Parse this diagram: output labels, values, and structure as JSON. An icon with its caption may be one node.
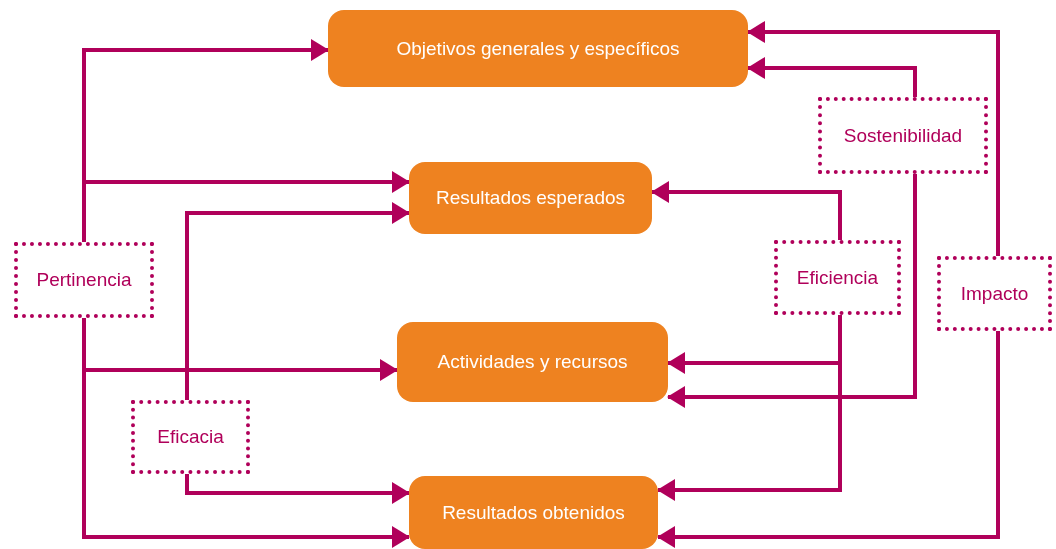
{
  "diagram": {
    "nodes": [
      {
        "text": [
          "Objetivos generales y específicos"
        ]
      },
      {
        "text": [
          "Resultados esperados"
        ]
      },
      {
        "text": [
          "Actividades y recursos"
        ]
      },
      {
        "text": [
          "Resultados obtenidos"
        ]
      },
      {
        "text": [
          "Pertinencia"
        ]
      },
      {
        "text": [
          "Eficacia"
        ]
      },
      {
        "text": [
          "Eficiencia"
        ]
      },
      {
        "text": [
          "Sostenibilidad"
        ]
      },
      {
        "text": [
          "Impacto"
        ]
      }
    ],
    "edges": [
      {
        "from": 4,
        "to": 0,
        "arrow": "to"
      },
      {
        "from": 4,
        "to": 1,
        "arrow": "to"
      },
      {
        "from": 4,
        "to": 2,
        "arrow": "to"
      },
      {
        "from": 4,
        "to": 3,
        "arrow": "to"
      },
      {
        "from": 5,
        "to": 1,
        "arrow": "to"
      },
      {
        "from": 5,
        "to": 3,
        "arrow": "to"
      },
      {
        "from": 6,
        "to": 1,
        "arrow": "to"
      },
      {
        "from": 6,
        "to": 2,
        "arrow": "to"
      },
      {
        "from": 6,
        "to": 3,
        "arrow": "to"
      },
      {
        "from": 7,
        "to": 0,
        "arrow": "to"
      },
      {
        "from": 7,
        "to": 2,
        "arrow": "to"
      },
      {
        "from": 8,
        "to": 0,
        "arrow": "to"
      },
      {
        "from": 8,
        "to": 3,
        "arrow": "to"
      }
    ]
  }
}
